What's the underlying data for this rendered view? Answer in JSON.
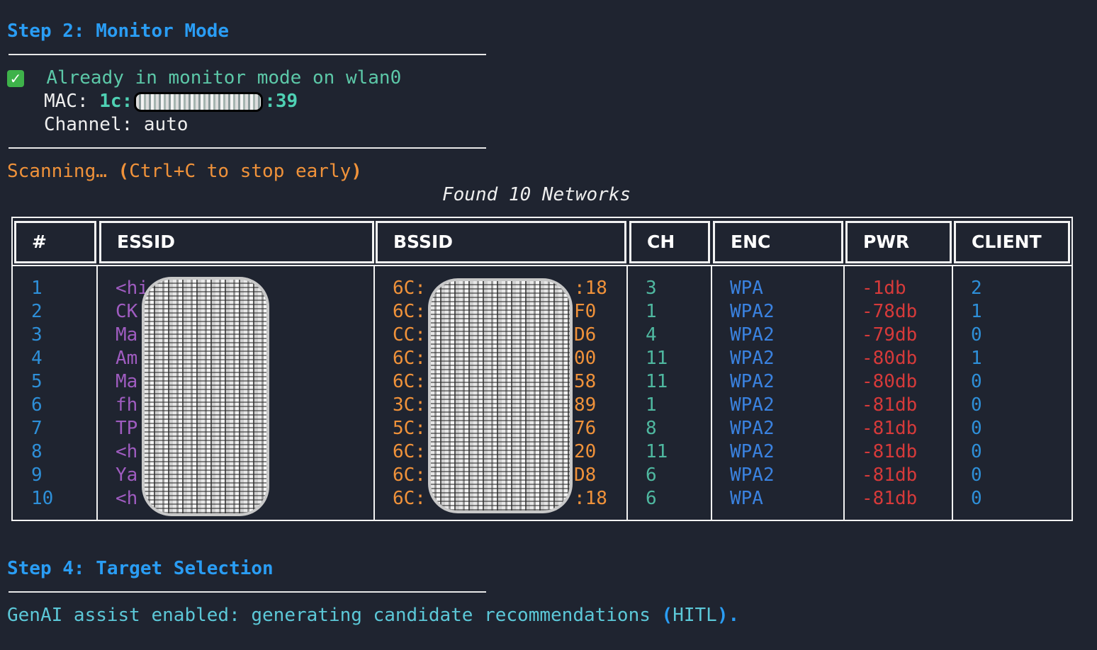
{
  "step2": {
    "title": "Step 2: Monitor Mode",
    "status_icon": "check-mark-icon",
    "status_text": "Already in monitor mode on wlan0",
    "mac_label": "MAC: ",
    "mac_prefix": "1c:",
    "mac_suffix": ":39",
    "channel_label": "Channel: ",
    "channel_value": "auto"
  },
  "scan": {
    "scanning_text": "Scanning… ",
    "hint_open": "(",
    "hint_text": "Ctrl+C to stop early",
    "hint_close": ")",
    "found_title": "Found 10 Networks"
  },
  "table": {
    "headers": [
      "#",
      "ESSID",
      "BSSID",
      "CH",
      "ENC",
      "PWR",
      "CLIENT"
    ],
    "rows": [
      {
        "num": "1",
        "essid": "<hi",
        "bssid_start": "6C:",
        "bssid_end": ":18",
        "ch": "3",
        "enc": "WPA",
        "pwr": "-1db",
        "client": "2"
      },
      {
        "num": "2",
        "essid": "CK",
        "bssid_start": "6C:",
        "bssid_end": "F0",
        "ch": "1",
        "enc": "WPA2",
        "pwr": "-78db",
        "client": "1"
      },
      {
        "num": "3",
        "essid": "Ma",
        "bssid_start": "CC:",
        "bssid_end": "D6",
        "ch": "4",
        "enc": "WPA2",
        "pwr": "-79db",
        "client": "0"
      },
      {
        "num": "4",
        "essid": "Am",
        "bssid_start": "6C:",
        "bssid_end": "00",
        "ch": "11",
        "enc": "WPA2",
        "pwr": "-80db",
        "client": "1"
      },
      {
        "num": "5",
        "essid": "Ma",
        "bssid_start": "6C:",
        "bssid_end": "58",
        "ch": "11",
        "enc": "WPA2",
        "pwr": "-80db",
        "client": "0"
      },
      {
        "num": "6",
        "essid": "fh",
        "bssid_start": "3C:",
        "bssid_end": "89",
        "ch": "1",
        "enc": "WPA2",
        "pwr": "-81db",
        "client": "0"
      },
      {
        "num": "7",
        "essid": "TP",
        "bssid_start": "5C:",
        "bssid_end": "76",
        "ch": "8",
        "enc": "WPA2",
        "pwr": "-81db",
        "client": "0"
      },
      {
        "num": "8",
        "essid": "<h",
        "bssid_start": "6C:",
        "bssid_end": "20",
        "ch": "11",
        "enc": "WPA2",
        "pwr": "-81db",
        "client": "0"
      },
      {
        "num": "9",
        "essid": "Ya",
        "bssid_start": "6C:",
        "bssid_end": "D8",
        "ch": "6",
        "enc": "WPA2",
        "pwr": "-81db",
        "client": "0"
      },
      {
        "num": "10",
        "essid": "<h",
        "bssid_start": "6C:",
        "bssid_end": ":18",
        "ch": "6",
        "enc": "WPA",
        "pwr": "-81db",
        "client": "0"
      }
    ]
  },
  "step4": {
    "title": "Step 4: Target Selection",
    "genai_text": "GenAI assist enabled: generating candidate recommendations ",
    "genai_paren_open": "(",
    "genai_hitl": "HITL",
    "genai_paren_close": ").",
    "genai_end": ""
  },
  "colors": {
    "background": "#1f2430",
    "heading": "#2a9df4",
    "essid": "#9f5cc0",
    "bssid": "#f0923a",
    "pwr": "#d63a3a"
  }
}
